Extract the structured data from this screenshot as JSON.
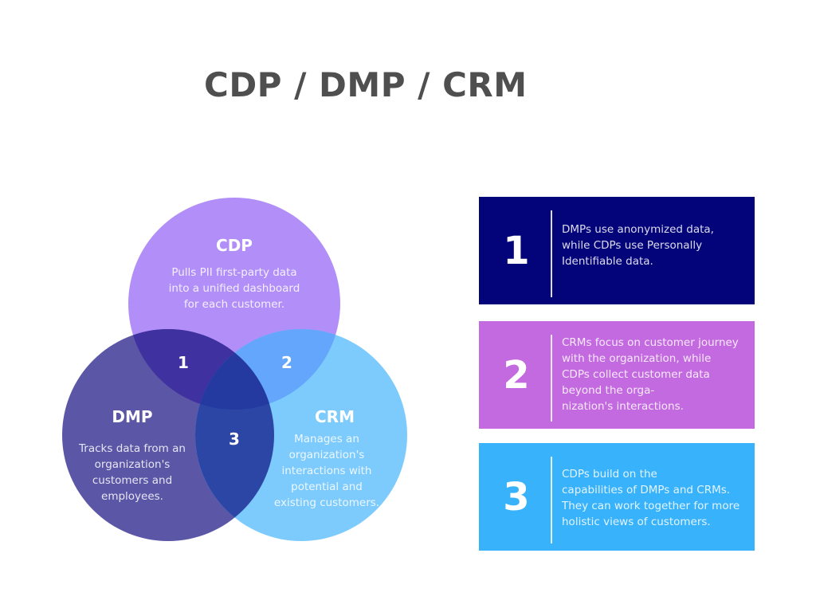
{
  "title": "CDP / DMP / CRM",
  "venn": {
    "cdp": {
      "name": "CDP",
      "desc_lines": [
        "Pulls PII first-party data",
        "into a unified dashboard",
        "for each customer."
      ]
    },
    "dmp": {
      "name": "DMP",
      "desc_lines": [
        "Tracks data from an",
        "organization's",
        "customers and",
        "employees."
      ]
    },
    "crm": {
      "name": "CRM",
      "desc_lines": [
        "Manages an",
        "organization's",
        "interactions with",
        "potential and",
        "existing customers."
      ]
    },
    "overlaps": [
      "1",
      "2",
      "3"
    ],
    "colors": {
      "cdp": "#b28ff8",
      "dmp": "#5b56a6",
      "crm": "#7dcbfd",
      "cdp_dmp": "#3f31a0",
      "cdp_crm": "#63a6fb",
      "dmp_crm": "#2c46a5",
      "all": "#243aa0"
    }
  },
  "cards": [
    {
      "number": "1",
      "color": "#04047a",
      "lines": [
        "DMPs use anonymized data,",
        "while CDPs use Personally",
        "Identifiable data."
      ]
    },
    {
      "number": "2",
      "color": "#c46ae0",
      "lines": [
        "CRMs focus on customer journey",
        "with the organization, while",
        "CDPs collect customer data",
        "beyond the orga-",
        "nization's interactions."
      ]
    },
    {
      "number": "3",
      "color": "#38b2fb",
      "lines": [
        "CDPs build on the",
        "capabilities of DMPs and CRMs.",
        "They can work together for more",
        "holistic views of customers."
      ]
    }
  ]
}
